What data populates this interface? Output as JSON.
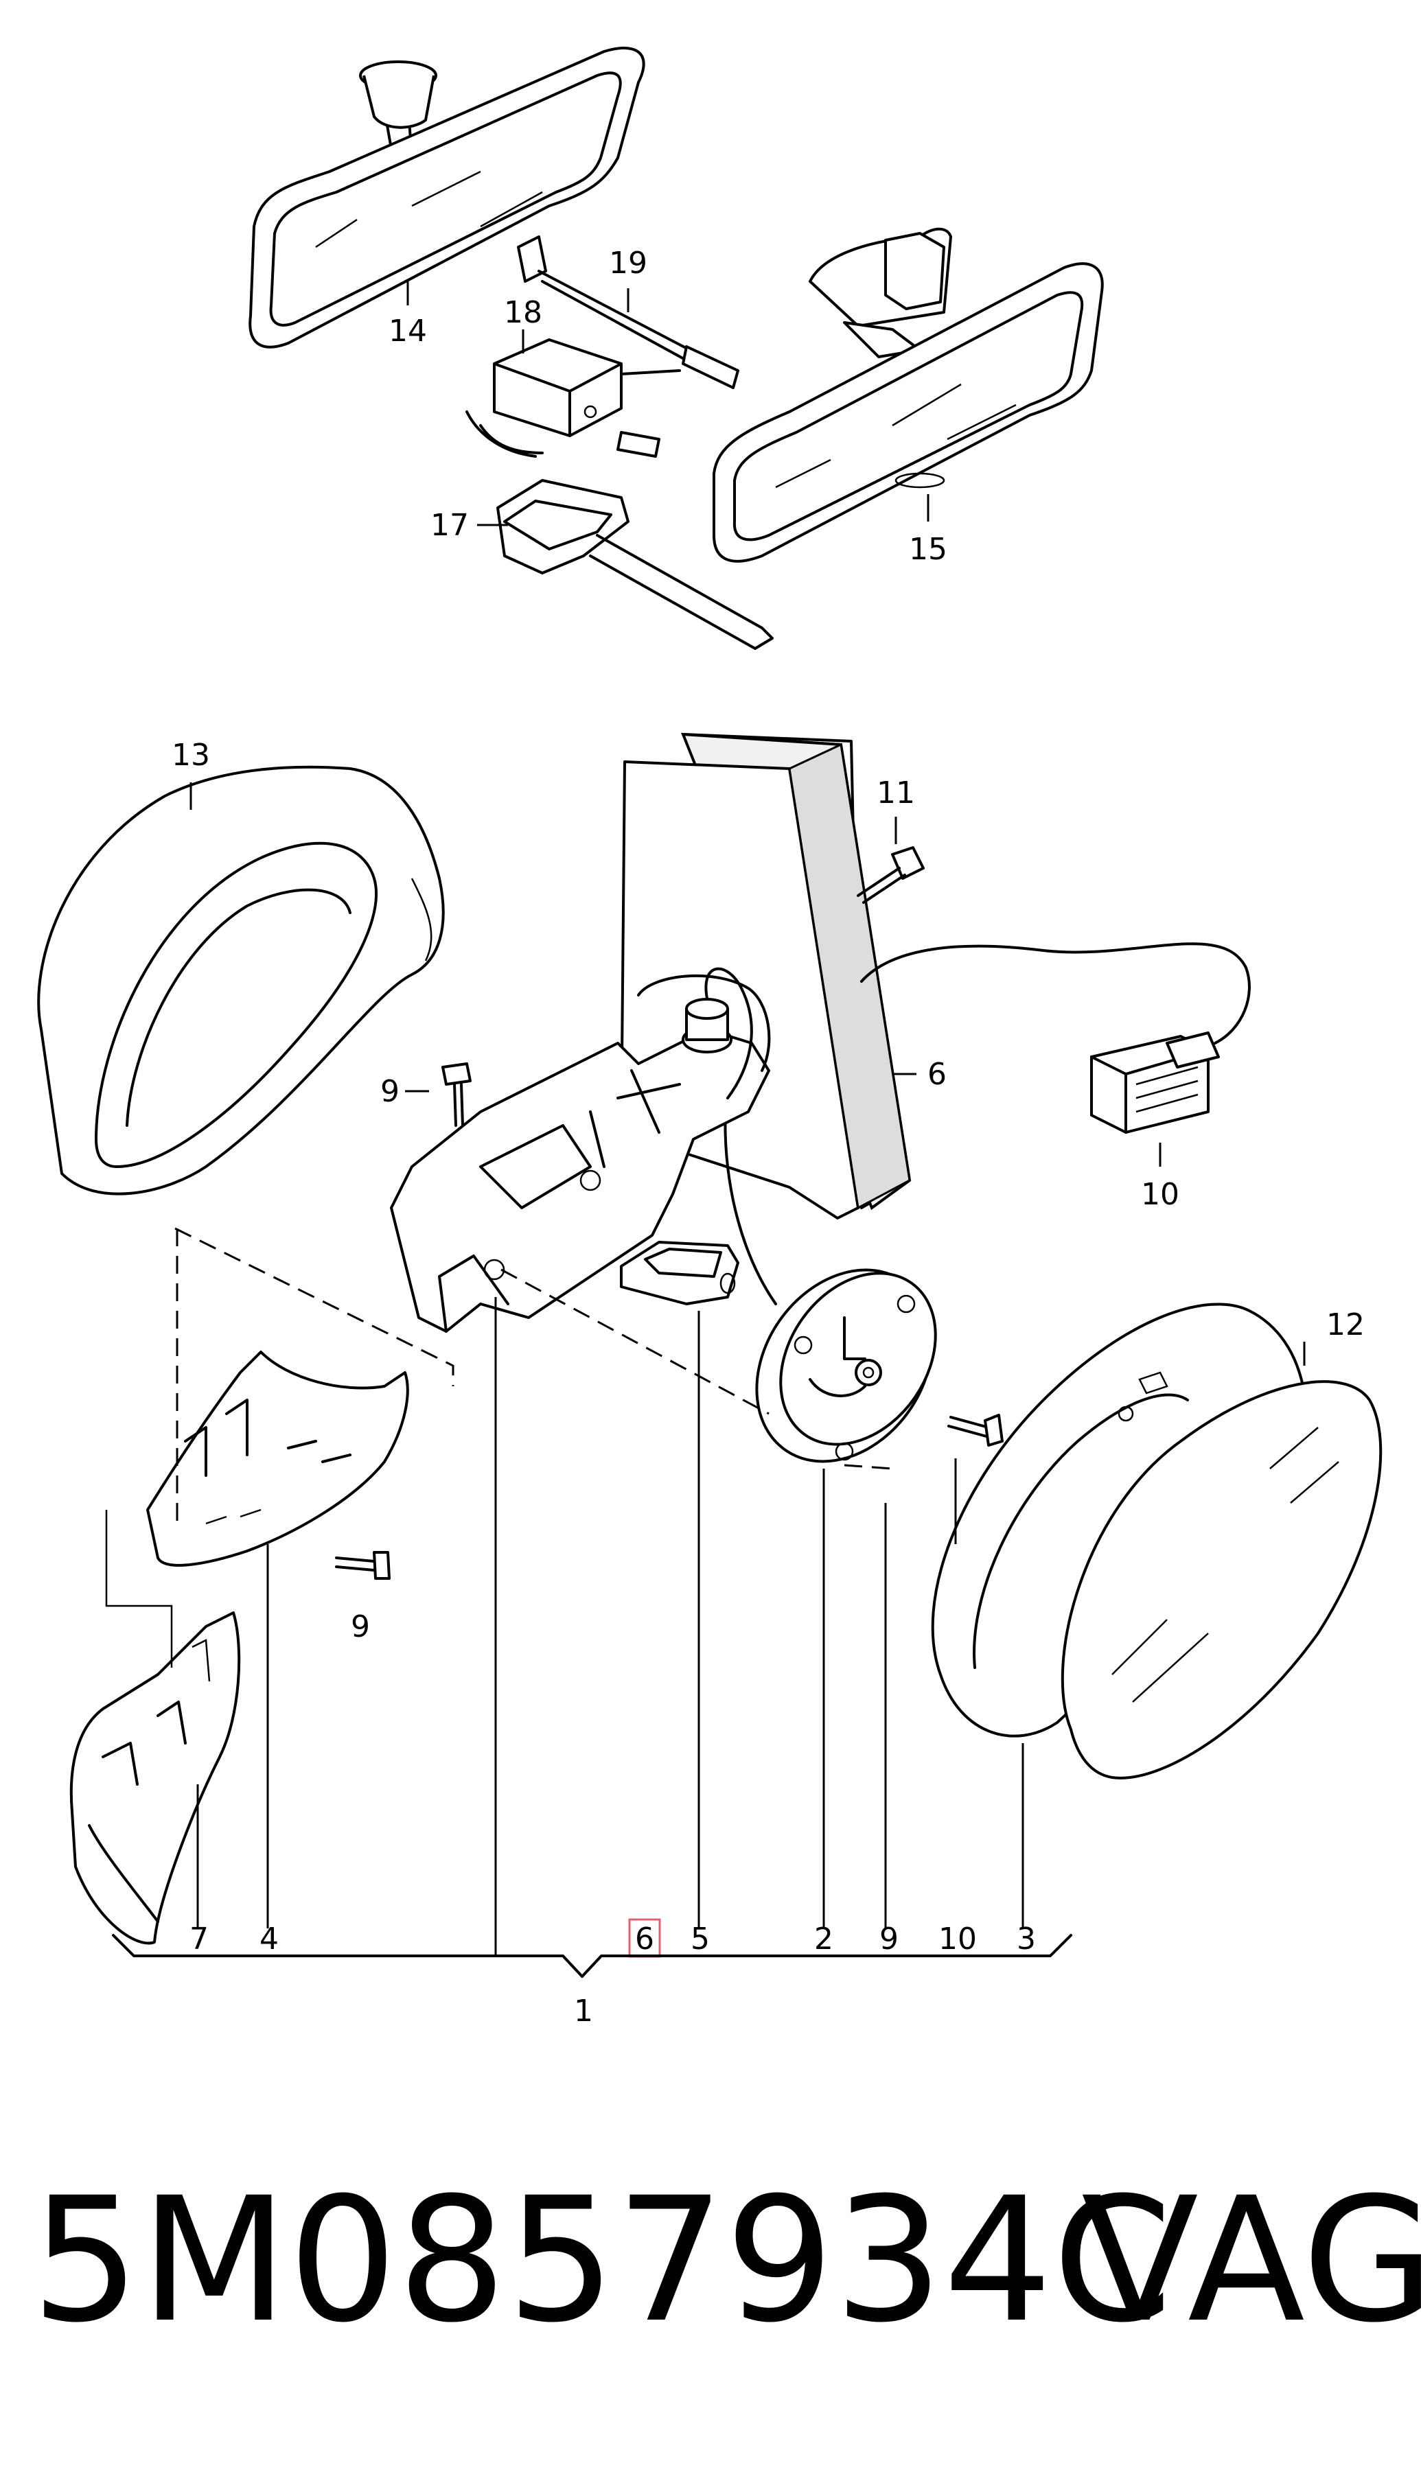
{
  "callouts": {
    "n1": "1",
    "n2": "2",
    "n3": "3",
    "n4": "4",
    "n5": "5",
    "n6_top": "6",
    "n6_bottom": "6",
    "n7": "7",
    "n9_left": "9",
    "n9_bottom": "9",
    "n9_right": "9",
    "n10_top": "10",
    "n10_bottom": "10",
    "n11": "11",
    "n12": "12",
    "n13": "13",
    "n14": "14",
    "n15": "15",
    "n17": "17",
    "n18": "18",
    "n19": "19"
  },
  "footer": {
    "part_number": "5M0857934C",
    "brand": "VAG"
  },
  "colors": {
    "line": "#000000",
    "highlight_box": "#e06070",
    "background": "#ffffff"
  }
}
